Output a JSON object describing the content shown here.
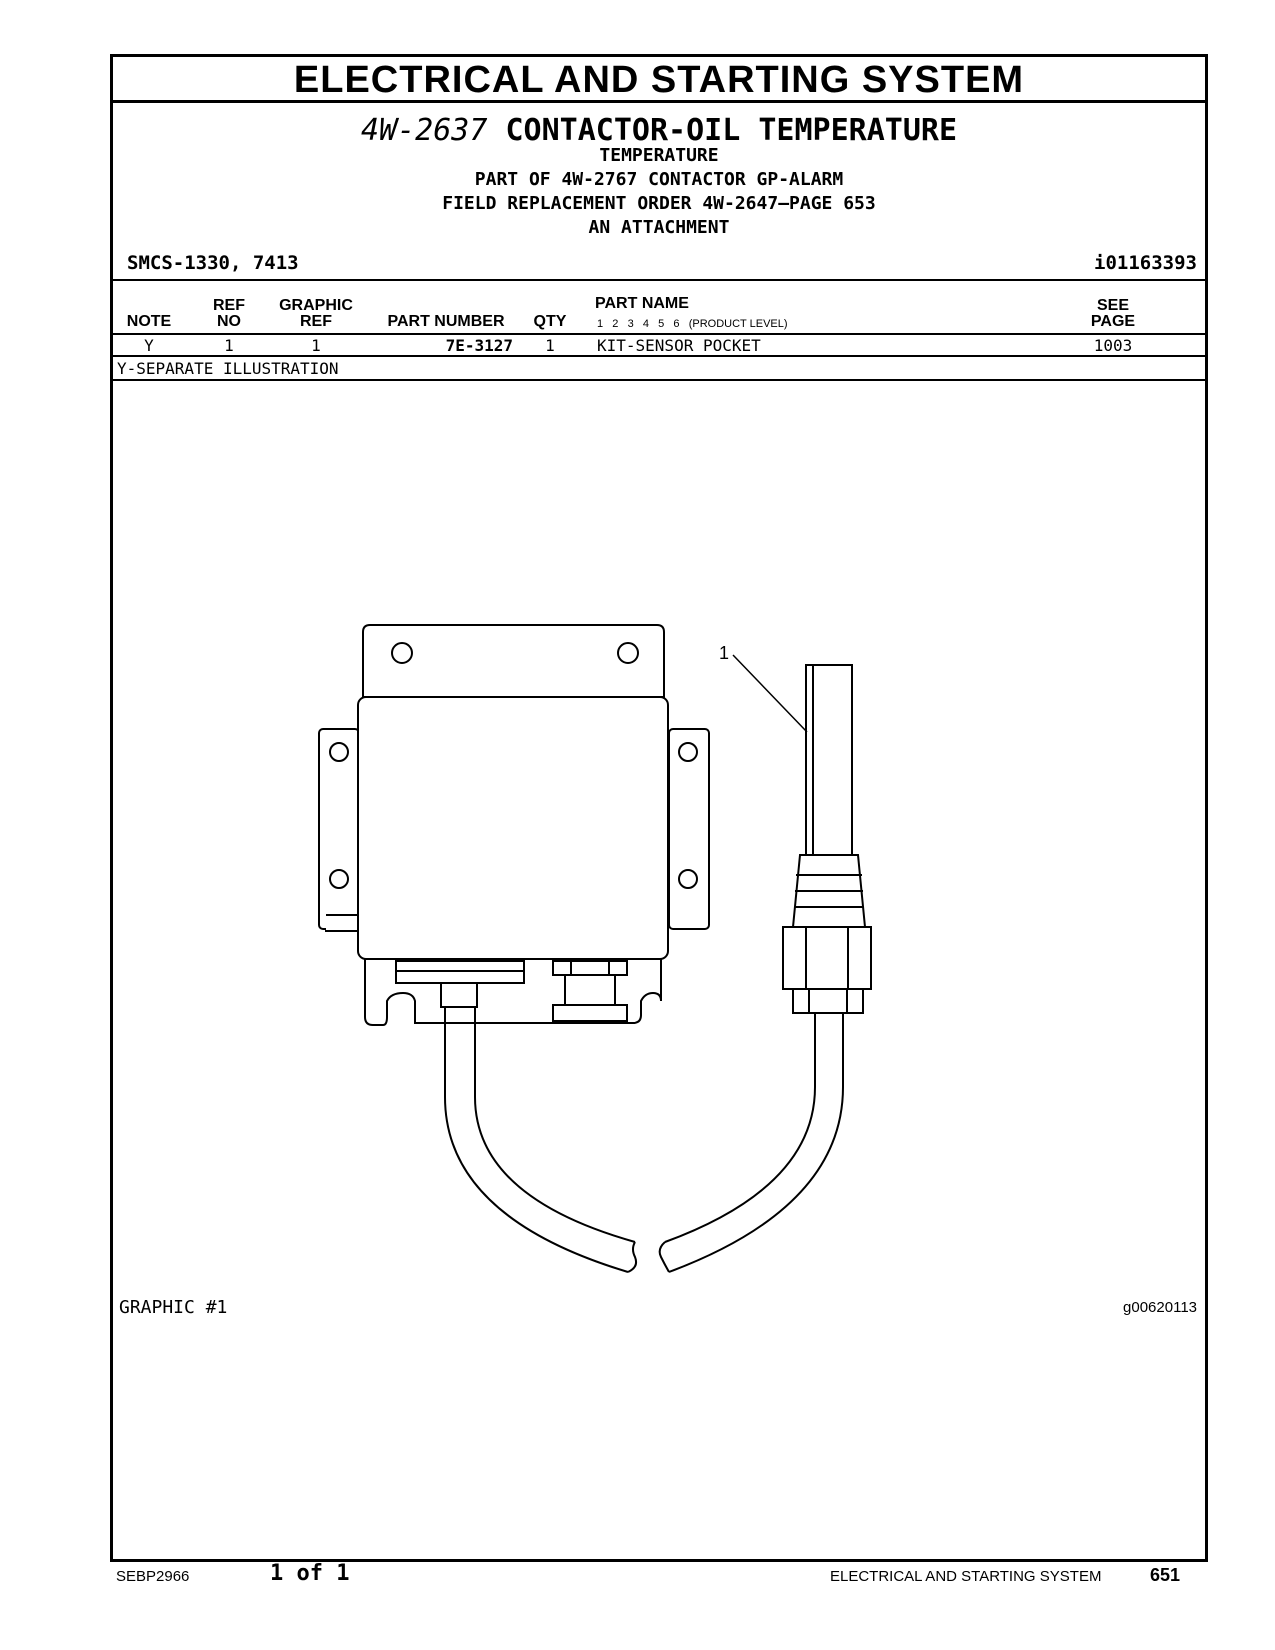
{
  "header": {
    "title": "ELECTRICAL AND STARTING SYSTEM",
    "part_number": "4W-2637",
    "part_title": "CONTACTOR-OIL TEMPERATURE",
    "lines": [
      "TEMPERATURE",
      "PART OF 4W-2767 CONTACTOR GP-ALARM",
      "FIELD REPLACEMENT ORDER 4W-2647—PAGE 653",
      "AN ATTACHMENT"
    ],
    "smcs": "SMCS-1330, 7413",
    "doc_id": "i01163393"
  },
  "table": {
    "columns": {
      "note": "NOTE",
      "ref_no_1": "REF",
      "ref_no_2": "NO",
      "graphic_ref_1": "GRAPHIC",
      "graphic_ref_2": "REF",
      "part_number": "PART NUMBER",
      "qty": "QTY",
      "part_name": "PART NAME",
      "product_level": "1   2   3   4   5   6   (PRODUCT LEVEL)",
      "see_page_1": "SEE",
      "see_page_2": "PAGE"
    },
    "rows": [
      {
        "note": "Y",
        "ref_no": "1",
        "graphic_ref": "1",
        "part_number": "7E-3127",
        "qty": "1",
        "part_name": "KIT-SENSOR POCKET",
        "see_page": "1003"
      }
    ],
    "footnote": "Y-SEPARATE ILLUSTRATION"
  },
  "graphic": {
    "callout": "1",
    "label": "GRAPHIC #1",
    "id": "g00620113"
  },
  "footer": {
    "doc": "SEBP2966",
    "pages": "1 of 1",
    "section": "ELECTRICAL AND STARTING SYSTEM",
    "page_number": "651"
  }
}
